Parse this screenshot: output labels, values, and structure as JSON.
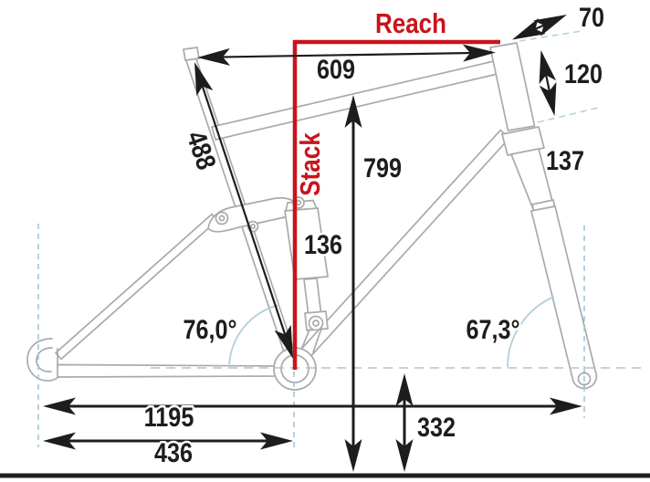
{
  "diagram": {
    "reach_label": "Reach",
    "stack_label": "Stack",
    "dims": {
      "stem": "70",
      "head_tube": "120",
      "fork_head": "137",
      "top_tube_horizontal": "609",
      "standover_height": "799",
      "seat_tube": "488",
      "shock_length": "136",
      "seat_tube_angle": "76,0°",
      "head_tube_angle": "67,3°",
      "wheelbase": "1195",
      "chainstay": "436",
      "bb_height": "332"
    },
    "colors": {
      "accent_red": "#c8141b",
      "line_black": "#1d1d1b",
      "frame_gray": "#a8aaad",
      "dash_blue": "#a5c4d6",
      "dash_gray": "#b9c2c4",
      "dash_teal": "#b4d8c6",
      "arc_blue": "#b3cfdd",
      "background": "#ffffff"
    }
  }
}
